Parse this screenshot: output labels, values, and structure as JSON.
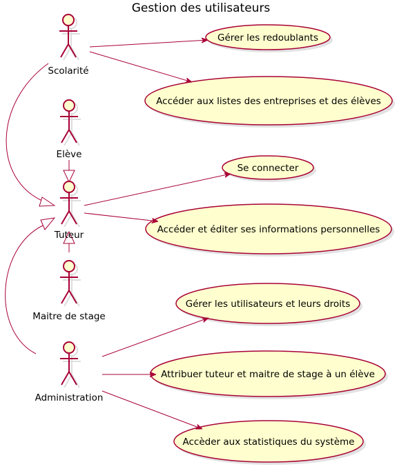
{
  "title": "Gestion des utilisateurs",
  "actors": {
    "scolarite": "Scolarité",
    "eleve": "Elève",
    "tuteur": "Tuteur",
    "maitre": "Maitre de stage",
    "administration": "Administration"
  },
  "use_cases": {
    "gerer_redoublants": "Gérer les redoublants",
    "acceder_listes": "Accéder aux listes des entreprises et des élèves",
    "se_connecter": "Se connecter",
    "acceder_editer": "Accéder et éditer ses informations personnelles",
    "gerer_utilisateurs": "Gérer les utilisateurs et leurs droits",
    "attribuer_tuteur": "Attribuer tuteur et maitre de stage à un élève",
    "acceder_statistiques": "Accèder aux statistiques du système"
  },
  "colors": {
    "line": "#A80036",
    "fill": "#FEFECE"
  }
}
